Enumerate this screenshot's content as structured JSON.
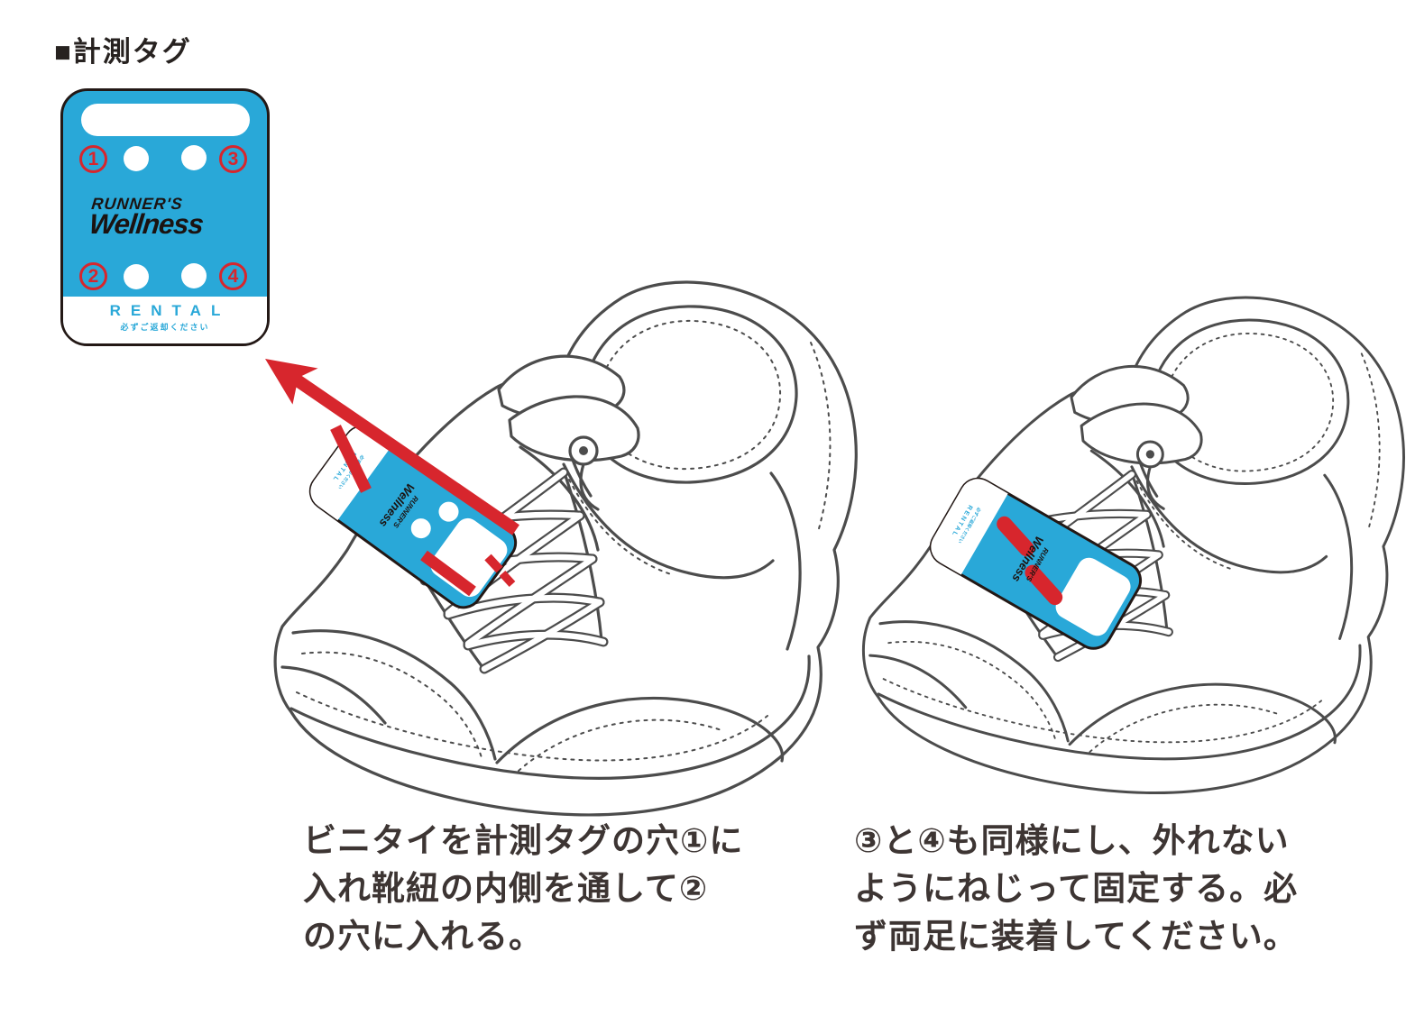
{
  "colors": {
    "tag_blue": "#29A8D8",
    "accent_red": "#D7262D",
    "line_gray": "#4C4C4C",
    "logo_black": "#1B1311",
    "text_dark": "#3D3533"
  },
  "heading": {
    "text": "■計測タグ"
  },
  "tag": {
    "numbers": {
      "tl": "1",
      "tr": "3",
      "bl": "2",
      "br": "4"
    },
    "brand_line1": "RUNNER'S",
    "brand_line2": "Wellness",
    "rental": "RENTAL",
    "rental_note": "必ずご返却ください"
  },
  "captions": {
    "left": {
      "line1": "ビニタイを計測タグの穴①に",
      "line2": "入れ靴紐の内側を通して②",
      "line3": "の穴に入れる。"
    },
    "right": {
      "line1": "③と④も同様にし、外れない",
      "line2": "ようにねじって固定する。必",
      "line3": "ず両足に装着してください。"
    }
  }
}
